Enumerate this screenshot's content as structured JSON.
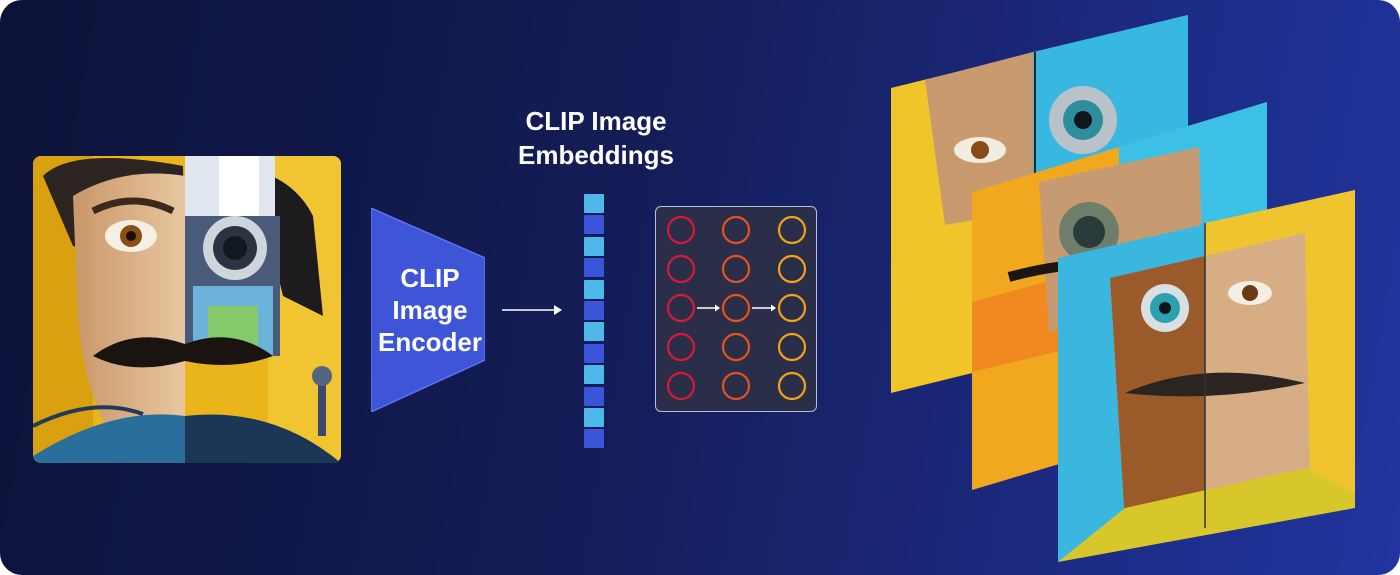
{
  "colors": {
    "background_left": "#0c1238",
    "background_right": "#2134a0",
    "encoder_fill": "#3d55d6",
    "vector_light": "#4fb8ea",
    "vector_dark": "#3b55d8",
    "circle_red": "#d81a3a",
    "circle_orange": "#e8501e",
    "circle_amber": "#f0a21a",
    "panel_fill": "#2a2e48"
  },
  "input_image": {
    "name": "input-portrait"
  },
  "encoder": {
    "label": "CLIP\nImage\nEncoder"
  },
  "embeddings": {
    "title": "CLIP Image\nEmbeddings",
    "cells": 12
  },
  "circle_grid": {
    "rows": 5,
    "cols": 3
  },
  "output_images": {
    "count": 3
  }
}
